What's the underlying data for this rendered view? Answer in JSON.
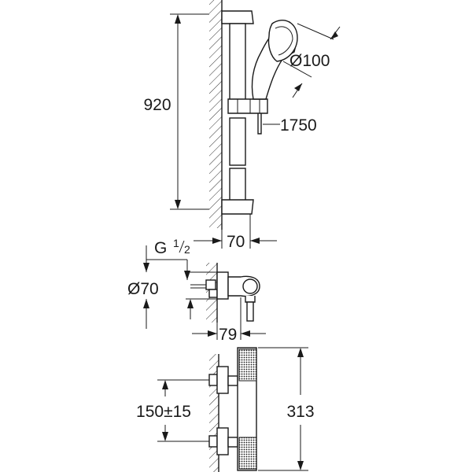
{
  "dimensions": {
    "rail_height": "920",
    "handshower_diameter": "Ø100",
    "hose_length": "1750",
    "rail_offset": "70",
    "thread_prefix": "G",
    "thread_num": "1",
    "thread_den": "2",
    "escutcheon_diameter": "Ø70",
    "mixer_depth": "79",
    "connection_spacing": "150±15",
    "mixer_height": "313"
  },
  "colors": {
    "ink": "#1a1a1a",
    "background": "#ffffff"
  }
}
